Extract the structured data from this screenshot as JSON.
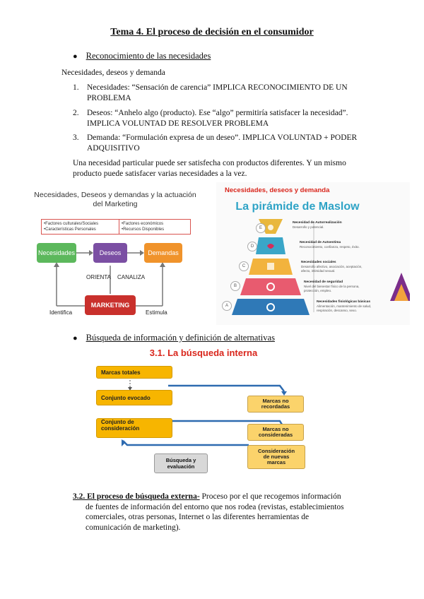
{
  "title": "Tema 4. El proceso de decisión en el consumidor",
  "section1": {
    "bullet": "Reconocimiento de las necesidades",
    "subtitle": "Necesidades, deseos y demanda",
    "items": [
      {
        "num": "1.",
        "line1": "Necesidades: “Sensación de carencia” IMPLICA RECONOCIMIENTO DE UN",
        "line2": "PROBLEMA"
      },
      {
        "num": "2.",
        "line1": "Deseos: “Anhelo algo (producto). Ese “algo” permitiría satisfacer la necesidad”.",
        "line2": "IMPLICA VOLUNTAD DE RESOLVER PROBLEMA"
      },
      {
        "num": "3.",
        "line1": "Demanda: “Formulación expresa de un deseo”. IMPLICA VOLUNTAD + PODER",
        "line2": "ADQUISITIVO"
      }
    ],
    "paragraph_line1": "Una necesidad particular puede ser satisfecha con productos diferentes. Y un mismo",
    "paragraph_line2": "producto puede satisfacer varias necesidades a la vez."
  },
  "diagram1": {
    "title_line1": "Necesidades, Deseos y demandas y la actuación",
    "title_line2": "del Marketing",
    "note1_line1": "•Factores culturales/Sociales",
    "note1_line2": "•Características Personales",
    "note2_line1": "•Factores económicos",
    "note2_line2": "•Recursos Disponibles",
    "box_needs": "Necesidades",
    "box_wants": "Deseos",
    "box_demand": "Demandas",
    "box_marketing": "MARKETING",
    "label_orienta": "ORIENTA",
    "label_canaliza": "CANALIZA",
    "label_identifica": "Identifica",
    "label_estimula": "Estimula",
    "colors": {
      "green": "#5cb85c",
      "purple": "#7b4fa3",
      "orange": "#f0932b",
      "red": "#c9302c"
    }
  },
  "diagram2": {
    "header": "Necesidades, deseos y demanda",
    "title": "La pirámide de Maslow",
    "levels": [
      {
        "letter": "E",
        "name": "Necesidad de Autorrealización",
        "desc": "Desarrollo y potencial.",
        "color": "#e9b73c"
      },
      {
        "letter": "D",
        "name": "Necesidad de Autoestima",
        "desc": "Reconocimiento, confianza, respeto, éxito.",
        "color": "#3aa6c8"
      },
      {
        "letter": "C",
        "name": "Necesidades sociales",
        "desc": "Desarrollo afectivo, asociación, aceptación, afecto, intimidad sexual.",
        "color": "#f2b33d"
      },
      {
        "letter": "B",
        "name": "Necesidad de seguridad",
        "desc": "Nivel del bienestar físico de la persona, protección, empleo.",
        "color": "#e85b6f"
      },
      {
        "letter": "A",
        "name": "Necesidades fisiológicas básicas",
        "desc": "Alimentación, mantenimiento de salud, respiración, descanso, sexo.",
        "color": "#2f79b7"
      }
    ]
  },
  "section2": {
    "bullet": "Búsqueda de información y definición de alternativas"
  },
  "diagram3": {
    "title": "3.1. La búsqueda interna",
    "box_total": "Marcas totales",
    "box_evoked": "Conjunto evocado",
    "box_consideration_line1": "Conjunto de",
    "box_consideration_line2": "consideración",
    "box_not_remembered_line1": "Marcas no",
    "box_not_remembered_line2": "recordadas",
    "box_not_considered_line1": "Marcas no",
    "box_not_considered_line2": "consideradas",
    "box_new_line1": "Consideración",
    "box_new_line2": "de nuevas",
    "box_new_line3": "marcas",
    "box_search_line1": "Búsqueda y",
    "box_search_line2": "evaluación",
    "title_color": "#d9261c"
  },
  "section3": {
    "heading": "3.2. El proceso de búsqueda externa-",
    "text_line1": " Proceso por el que recogemos información",
    "text_line2": "de fuentes de información del entorno que nos rodea (revistas, establecimientos",
    "text_line3": "comerciales, otras personas, Internet o las diferentes herramientas de",
    "text_line4": "comunicación de marketing)."
  }
}
